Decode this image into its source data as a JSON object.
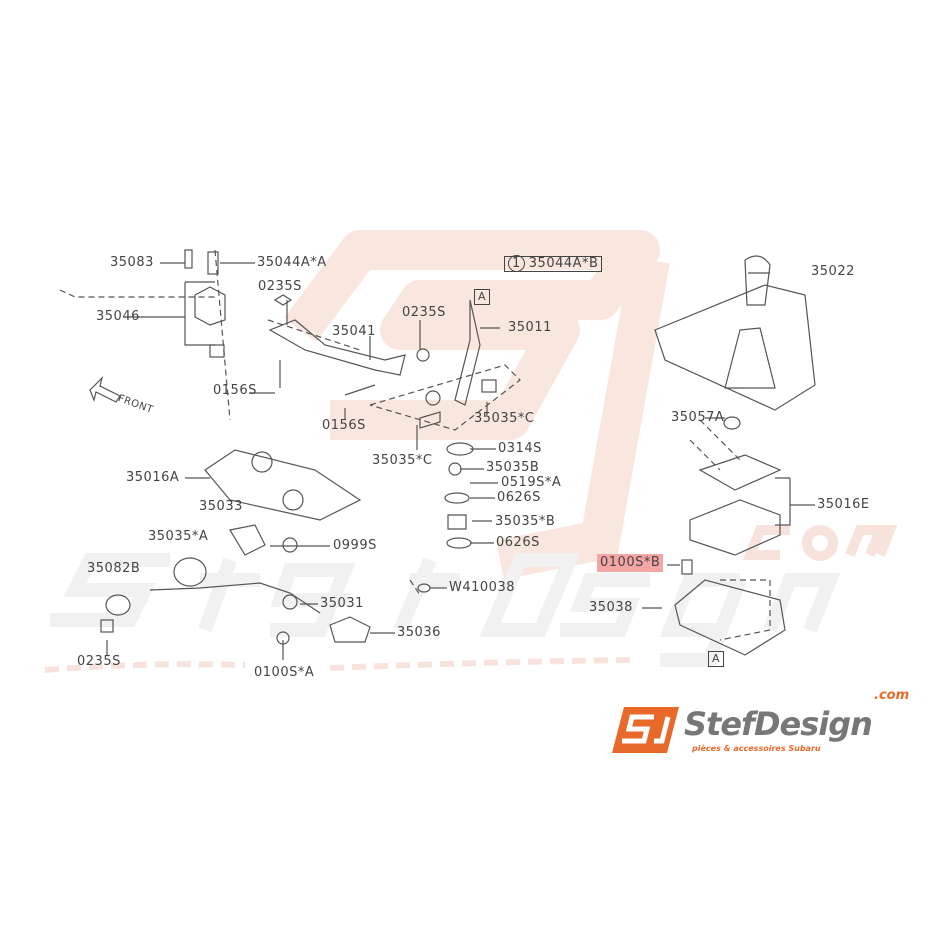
{
  "watermark": {
    "brand": "StefDesign",
    "suffix": ".com",
    "tagline": "pièces & accessoires Subaru"
  },
  "logo": {
    "name": "StefDesign",
    "suffix": ".com",
    "tagline": "pièces & accessoires Subaru",
    "emblem": "SJ"
  },
  "front_label": "FRONT",
  "reference_box": {
    "marker": "1",
    "part": "35044A*B"
  },
  "section_marker": "A",
  "parts": {
    "p35083": "35083",
    "p35044AA": "35044A*A",
    "p35046": "35046",
    "p0235S_1": "0235S",
    "p35041": "35041",
    "p0235S_2": "0235S",
    "p35011": "35011",
    "p0156S_1": "0156S",
    "p0156S_2": "0156S",
    "p35035C_1": "35035*C",
    "p35035C_2": "35035*C",
    "p0314S": "0314S",
    "p35035B": "35035B",
    "p0519SA": "0519S*A",
    "p0626S_1": "0626S",
    "p35035starB": "35035*B",
    "p0626S_2": "0626S",
    "p35016A": "35016A",
    "p35033": "35033",
    "p35035A": "35035*A",
    "p0999S": "0999S",
    "p35082B": "35082B",
    "p35031": "35031",
    "pW410038": "W410038",
    "p35036": "35036",
    "p0235S_3": "0235S",
    "p0100SA": "0100S*A",
    "p35022": "35022",
    "p35057A": "35057A",
    "p35016E": "35016E",
    "p0100SB": "0100S*B",
    "p35038": "35038"
  },
  "highlight_color": "#f6a5a5",
  "brand_color": "#e8692a"
}
